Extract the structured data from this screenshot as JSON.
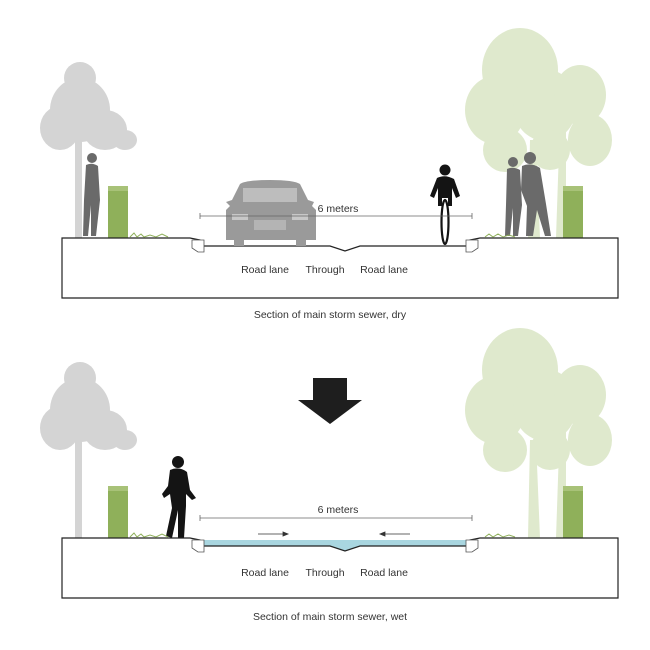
{
  "colors": {
    "ground_outline": "#222222",
    "grey_tree": "#d4d4d4",
    "light_green_tree": "#dfe9cd",
    "green_trunk": "#8fb05a",
    "water": "#a9d6e0",
    "car": "#9a9a9a",
    "person_grey": "#6a6a6a",
    "silhouette": "#141414",
    "arrow": "#1e1e1e"
  },
  "icons": {
    "flow_arrow": "down-arrow-icon",
    "water_direction": "flow-direction-arrow-icon"
  },
  "dry": {
    "dimension": "6 meters",
    "lanes": [
      "Road lane",
      "Through",
      "Road lane"
    ],
    "caption": "Section of main storm sewer, dry"
  },
  "wet": {
    "dimension": "6 meters",
    "lanes": [
      "Road lane",
      "Through",
      "Road lane"
    ],
    "caption": "Section of main storm sewer, wet"
  }
}
